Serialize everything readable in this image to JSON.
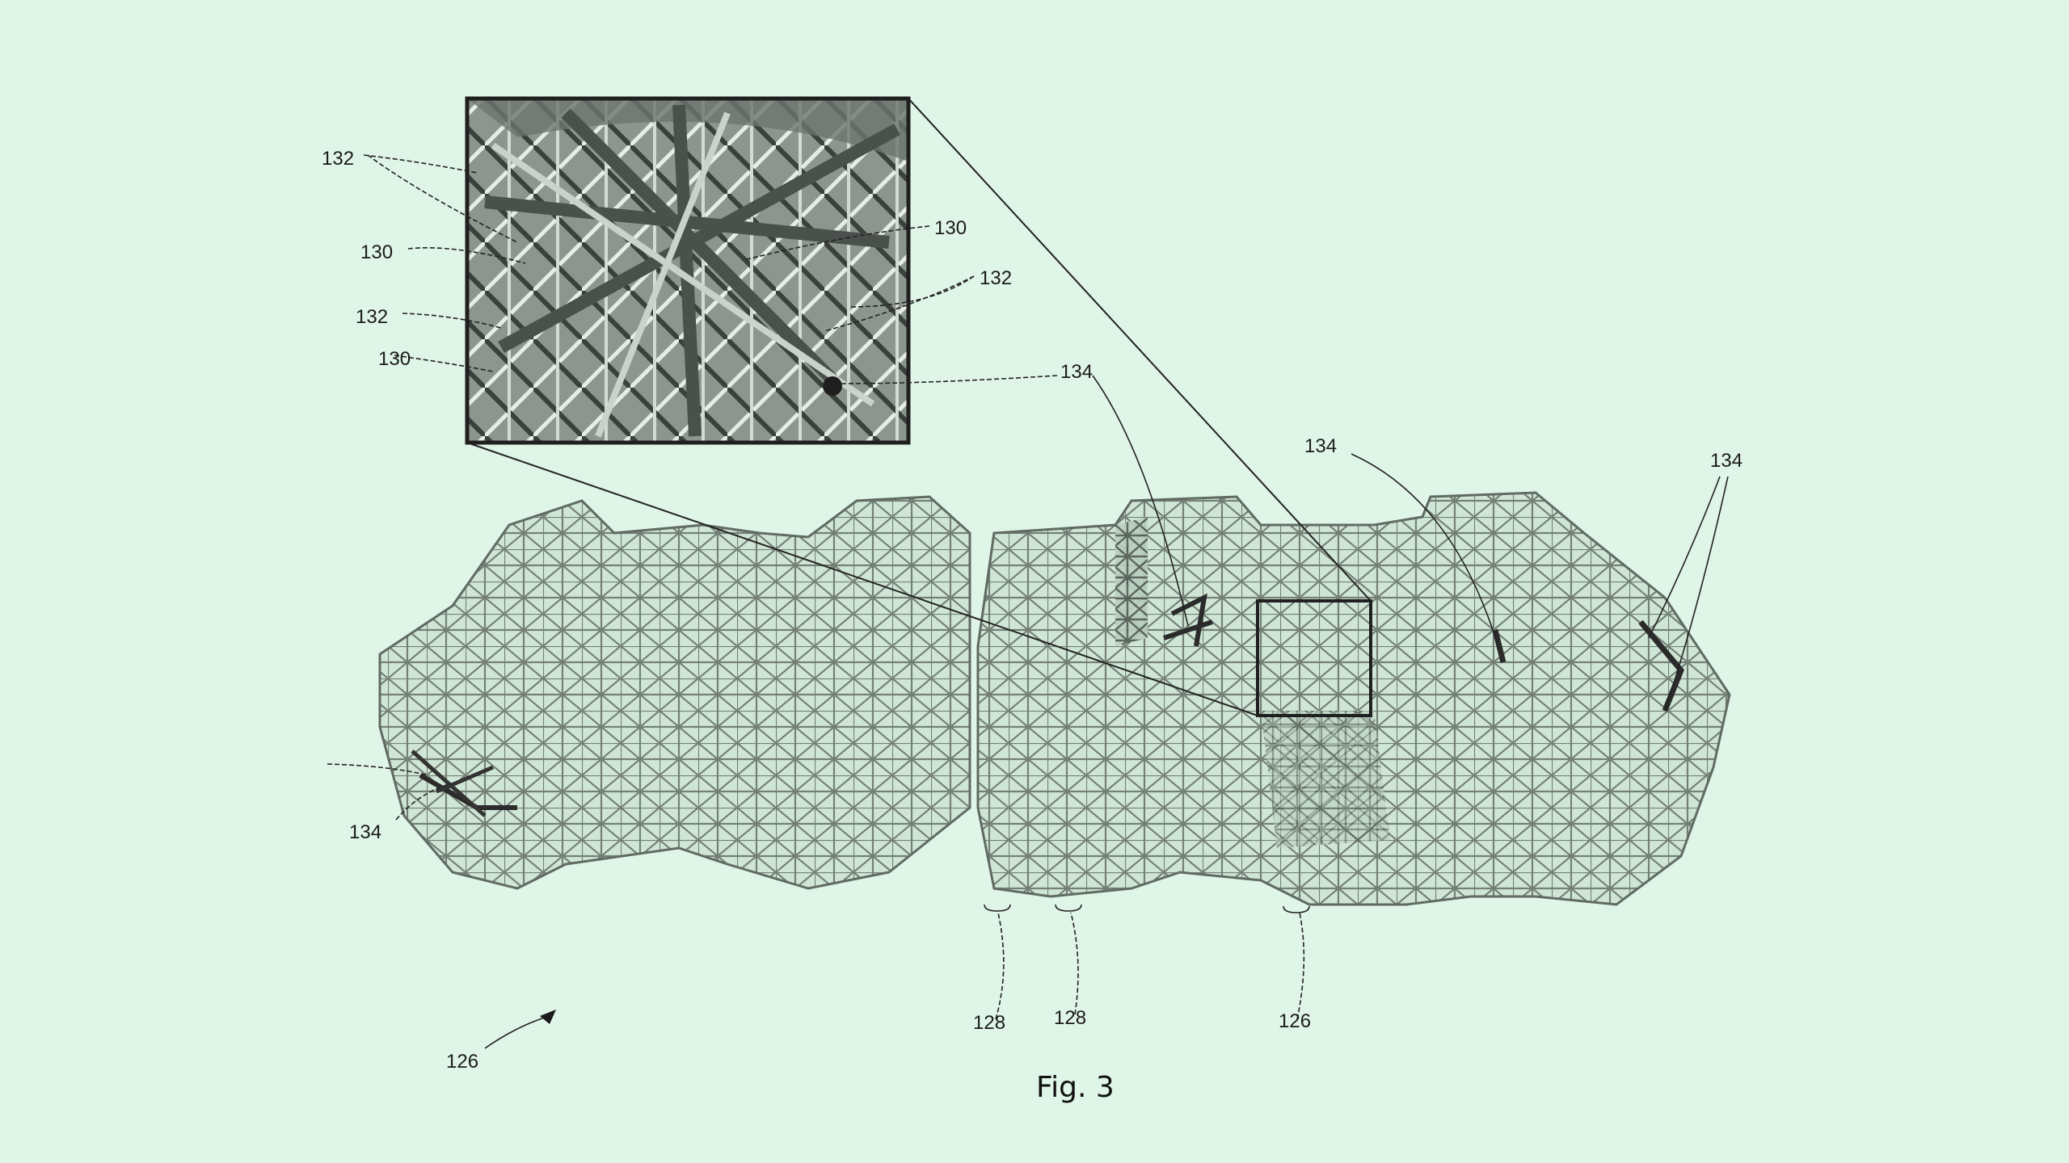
{
  "figure": {
    "caption": "Fig. 3",
    "background": "#dff5e7",
    "line_color": "#2a2a2a",
    "labels": {
      "l132a": "132",
      "l130a": "130",
      "l132b": "132",
      "l130b": "130",
      "l130c": "130",
      "l132c": "132",
      "l134a": "134",
      "l134b": "134",
      "l134c": "134",
      "l134d": "134",
      "l128a": "128",
      "l128b": "128",
      "l126a": "126",
      "l126b": "126"
    }
  }
}
